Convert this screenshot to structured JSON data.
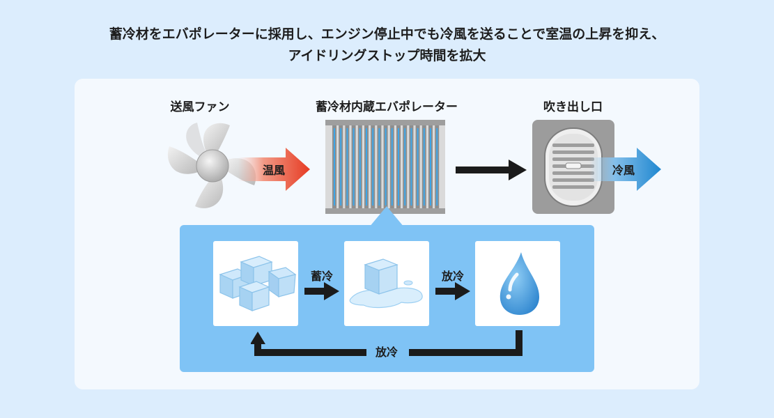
{
  "headline": {
    "line1": "蓄冷材をエバポレーターに採用し、エンジン停止中でも冷風を送ることで室温の上昇を抑え、",
    "line2": "アイドリングストップ時間を拡大"
  },
  "components": {
    "fan_label": "送風ファン",
    "evaporator_label": "蓄冷材内蔵エバポレーター",
    "outlet_label": "吹き出し口"
  },
  "airflow": {
    "warm_label": "温風",
    "cool_label": "冷風",
    "warm_color": "#e63b23",
    "cool_color": "#1f87d0"
  },
  "cycle": {
    "step1_label": "蓄冷",
    "step2_label": "放冷",
    "return_label": "放冷",
    "states": [
      {
        "icon": "ice-cubes-icon"
      },
      {
        "icon": "melting-ice-icon"
      },
      {
        "icon": "water-drop-icon"
      }
    ],
    "panel_color": "#7fc3f5"
  }
}
